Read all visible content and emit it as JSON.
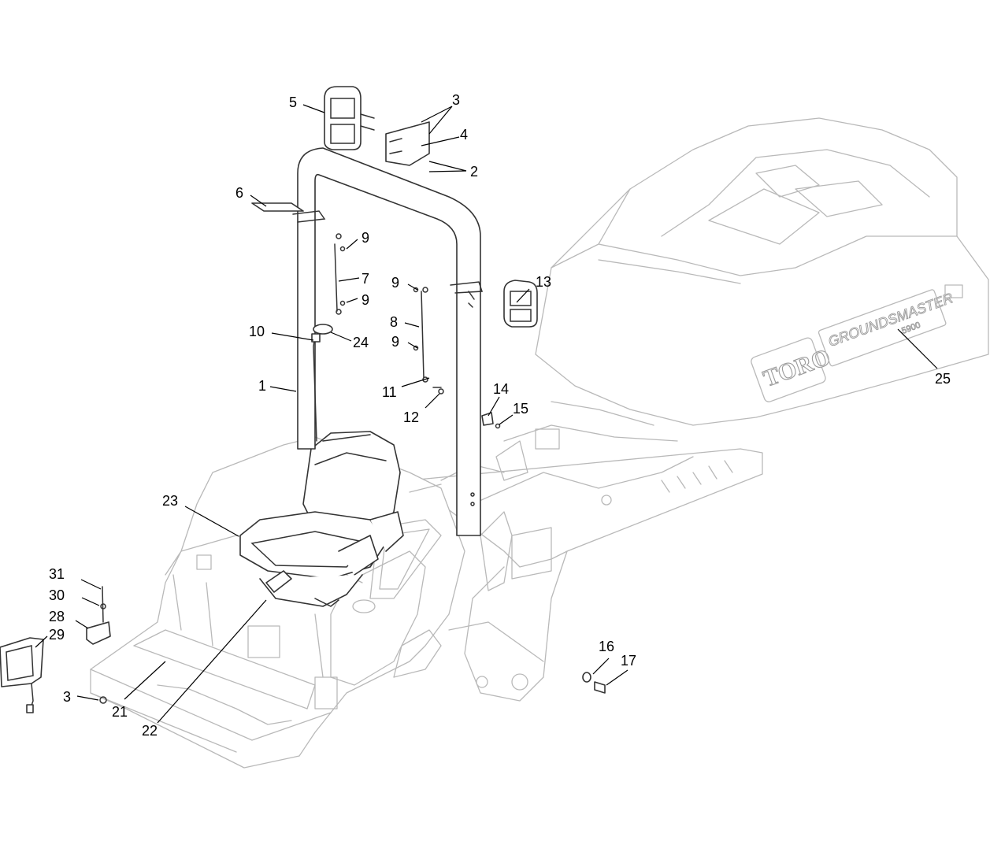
{
  "callouts": [
    {
      "id": "c1",
      "label": "1"
    },
    {
      "id": "c2",
      "label": "2"
    },
    {
      "id": "c3a",
      "label": "3"
    },
    {
      "id": "c3b",
      "label": "3"
    },
    {
      "id": "c4",
      "label": "4"
    },
    {
      "id": "c5",
      "label": "5"
    },
    {
      "id": "c6",
      "label": "6"
    },
    {
      "id": "c7",
      "label": "7"
    },
    {
      "id": "c8",
      "label": "8"
    },
    {
      "id": "c9a",
      "label": "9"
    },
    {
      "id": "c9b",
      "label": "9"
    },
    {
      "id": "c9c",
      "label": "9"
    },
    {
      "id": "c9d",
      "label": "9"
    },
    {
      "id": "c10",
      "label": "10"
    },
    {
      "id": "c11",
      "label": "11"
    },
    {
      "id": "c12",
      "label": "12"
    },
    {
      "id": "c13",
      "label": "13"
    },
    {
      "id": "c14",
      "label": "14"
    },
    {
      "id": "c15",
      "label": "15"
    },
    {
      "id": "c16",
      "label": "16"
    },
    {
      "id": "c17",
      "label": "17"
    },
    {
      "id": "c21",
      "label": "21"
    },
    {
      "id": "c22",
      "label": "22"
    },
    {
      "id": "c23",
      "label": "23"
    },
    {
      "id": "c24",
      "label": "24"
    },
    {
      "id": "c25",
      "label": "25"
    },
    {
      "id": "c28",
      "label": "28"
    },
    {
      "id": "c29",
      "label": "29"
    },
    {
      "id": "c30",
      "label": "30"
    },
    {
      "id": "c31",
      "label": "31"
    }
  ],
  "hood_branding": {
    "logo": "TORO",
    "model": "GROUNDSMASTER",
    "model_number": "5900"
  }
}
